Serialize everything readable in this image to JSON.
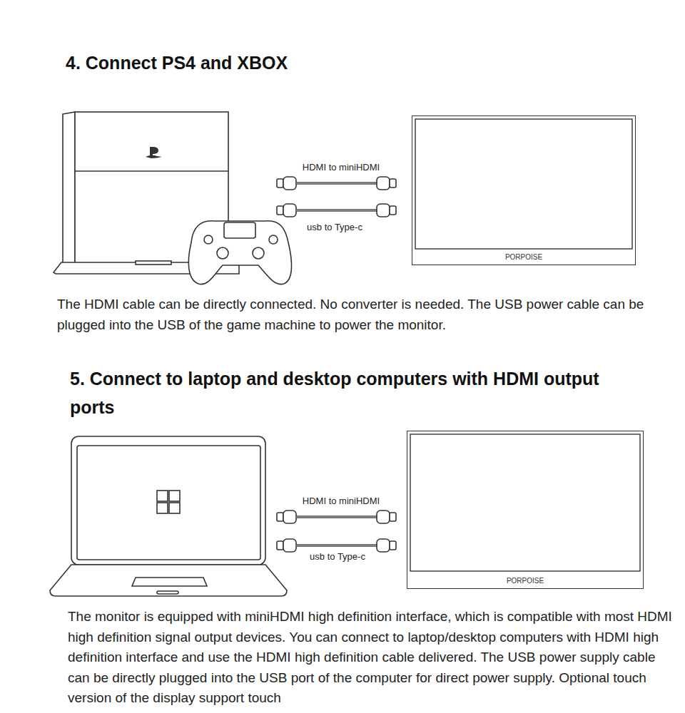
{
  "diagram": {
    "nodes": [
      {
        "text": [
          "PORPOISE"
        ]
      },
      {
        "text": [
          "PORPOISE"
        ]
      }
    ],
    "labels": [
      "4. Connect PS4 and XBOX",
      "HDMI to miniHDMI",
      "usb to Type-c",
      "The HDMI cable can be directly connected. No converter is needed. The USB power cable can be plugged into the USB of the game machine to power the monitor.",
      "5. Connect to laptop and desktop computers with HDMI output ports",
      "HDMI to miniHDMI",
      "usb to Type-c",
      "The monitor is equipped with miniHDMI high definition interface, which is compatible with most HDMI high definition signal output devices. You can connect to laptop/desktop computers with HDMI high definition interface and use the HDMI high definition cable delivered. The USB power supply cable can be directly plugged into the USB port of the computer for direct power supply. Optional touch version of the display support touch"
    ]
  }
}
